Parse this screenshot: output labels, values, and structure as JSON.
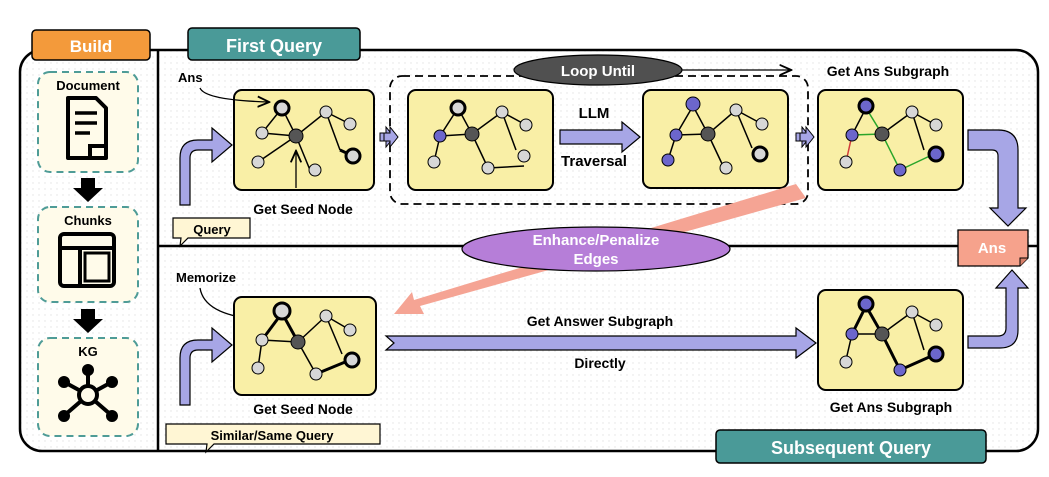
{
  "tabs": {
    "build": "Build",
    "first_query": "First Query",
    "subsequent_query": "Subsequent Query"
  },
  "build": {
    "document": "Document",
    "chunks": "Chunks",
    "kg": "KG",
    "icons": [
      "document-icon",
      "chunks-icon",
      "knowledge-graph-icon"
    ]
  },
  "first_query": {
    "ans_label": "Ans",
    "seed_label": "Get Seed Node",
    "loop_label": "Loop Until",
    "subgraph_label": "Get Ans Subgraph",
    "llm_label": "LLM",
    "traversal_label": "Traversal",
    "query_label": "Query"
  },
  "middle": {
    "enhance_line1": "Enhance/Penalize",
    "enhance_line2": "Edges",
    "ans_output": "Ans"
  },
  "subsequent": {
    "memorize_label": "Memorize",
    "seed_label": "Get Seed Node",
    "answer_subgraph_label": "Get Answer Subgraph",
    "directly_label": "Directly",
    "result_label": "Get Ans Subgraph",
    "query_label": "Similar/Same Query"
  },
  "colors": {
    "tab_build": "#F39A3B",
    "tab_teal": "#4A9A98",
    "panel_fill": "#F9EFA6",
    "arrow_fill": "#A7A6E6",
    "node_purple": "#6C66CC",
    "node_gray": "#D7D7D7",
    "node_dark": "#555555",
    "ellipse_purple": "#B67ED8",
    "salmon": "#F5A494",
    "ans_box": "#F6A28C",
    "dashed_box": "#4F9C97"
  }
}
